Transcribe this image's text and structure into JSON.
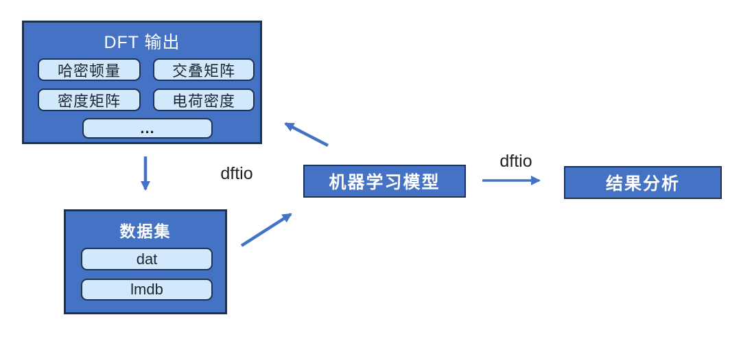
{
  "colors": {
    "box_fill": "#4472c4",
    "box_border": "#1f3050",
    "chip_fill": "#d2e9fb",
    "chip_border": "#1f3050",
    "chip_text": "#1b2433",
    "box_text": "#ffffff",
    "arrow": "#4472c4",
    "label_text": "#1f1f1f",
    "canvas_bg": "#ffffff"
  },
  "boxes": {
    "dft_output": {
      "title": "DFT 输出",
      "items": [
        "哈密顿量",
        "交叠矩阵",
        "密度矩阵",
        "电荷密度",
        "..."
      ]
    },
    "dataset": {
      "title": "数据集",
      "items": [
        "dat",
        "lmdb"
      ]
    },
    "ml_model": {
      "title": "机器学习模型"
    },
    "result_analysis": {
      "title": "结果分析"
    }
  },
  "edges": [
    {
      "from": "dft_output",
      "to": "dataset",
      "label": ""
    },
    {
      "from": "dataset",
      "to": "ml_model",
      "label": "dftio"
    },
    {
      "from": "ml_model",
      "to": "dft_output",
      "label": ""
    },
    {
      "from": "ml_model",
      "to": "result_analysis",
      "label": "dftio"
    }
  ]
}
